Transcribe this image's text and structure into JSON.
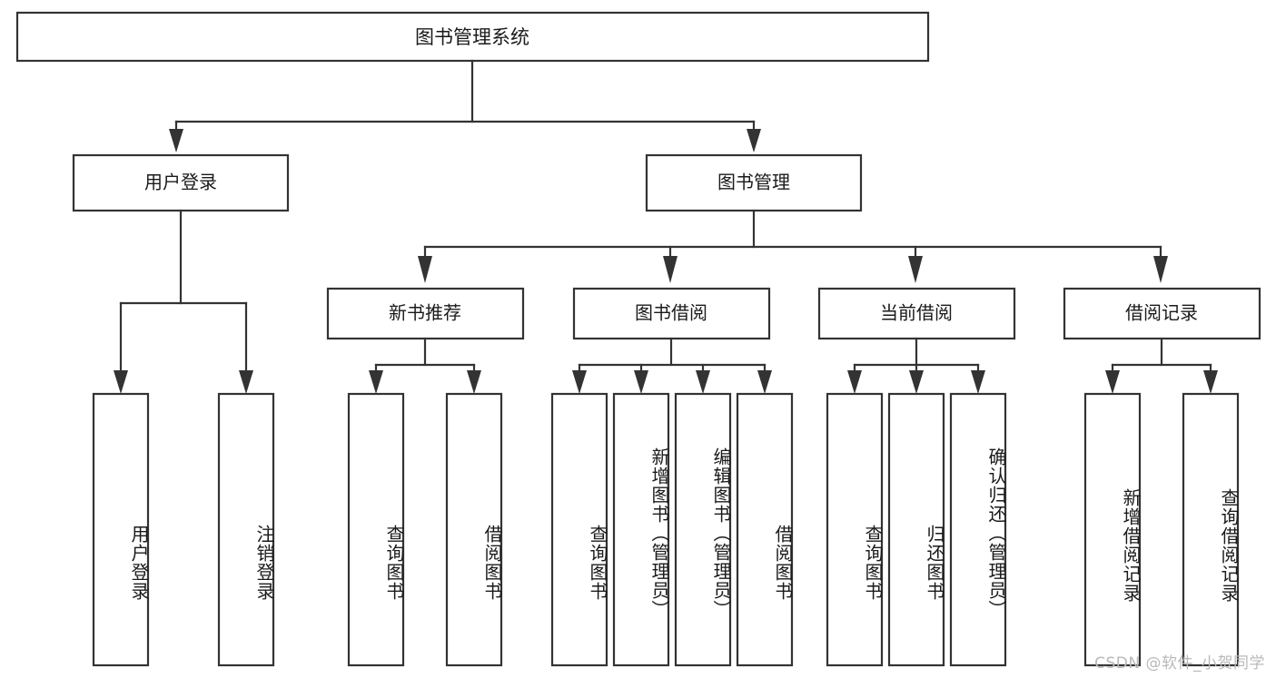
{
  "diagram": {
    "title": "图书管理系统",
    "type": "hierarchy-tree",
    "watermark": "CSDN @软件_小贺同学",
    "colors": {
      "box_stroke": "#333333",
      "box_fill": "#ffffff",
      "text": "#1a1a1a",
      "connector": "#333333",
      "watermark": "#b9b9b9",
      "background": "#ffffff"
    },
    "root": {
      "label": "图书管理系统"
    },
    "level2": [
      {
        "label": "用户登录"
      },
      {
        "label": "图书管理"
      }
    ],
    "level3": [
      {
        "label": "新书推荐"
      },
      {
        "label": "图书借阅"
      },
      {
        "label": "当前借阅"
      },
      {
        "label": "借阅记录"
      }
    ],
    "leaves": {
      "user_login": [
        {
          "label": "用户登录"
        },
        {
          "label": "注销登录"
        }
      ],
      "new_book_recommend": [
        {
          "label": "查询图书"
        },
        {
          "label": "借阅图书"
        }
      ],
      "book_borrow": [
        {
          "label": "查询图书"
        },
        {
          "label": "新增图书（管理员）"
        },
        {
          "label": "编辑图书（管理员）"
        },
        {
          "label": "借阅图书"
        }
      ],
      "current_borrow": [
        {
          "label": "查询图书"
        },
        {
          "label": "归还图书"
        },
        {
          "label": "确认归还（管理员）"
        }
      ],
      "borrow_records": [
        {
          "label": "新增借阅记录"
        },
        {
          "label": "查询借阅记录"
        }
      ]
    }
  }
}
